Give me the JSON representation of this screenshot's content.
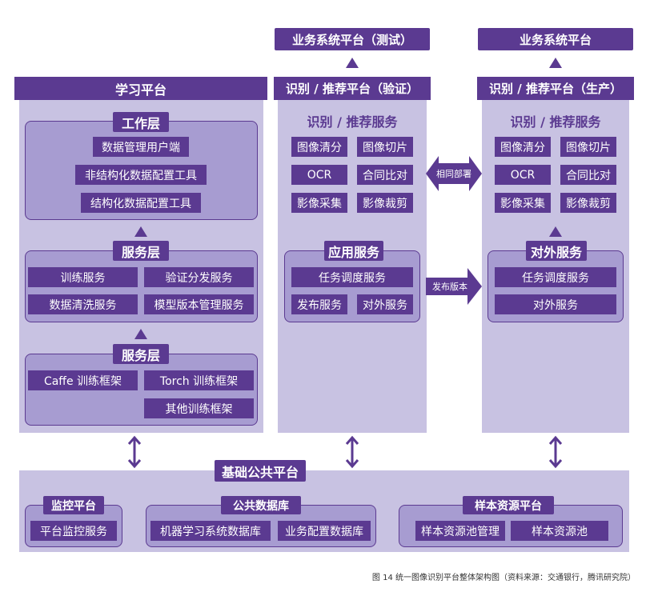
{
  "colors": {
    "primary": "#5b3a91",
    "panel": "#c8c2e2",
    "subpanel": "#a79cd1"
  },
  "top": {
    "test_platform": "业务系统平台（测试）",
    "prod_platform": "业务系统平台"
  },
  "learning": {
    "title": "学习平台",
    "work_layer": {
      "title": "工作层",
      "items": [
        "数据管理用户端",
        "非结构化数据配置工具",
        "结构化数据配置工具"
      ]
    },
    "service_layer1": {
      "title": "服务层",
      "items": [
        "训练服务",
        "验证分发服务",
        "数据清洗服务",
        "模型版本管理服务"
      ]
    },
    "service_layer2": {
      "title": "服务层",
      "items": [
        "Caffe 训练框架",
        "Torch 训练框架",
        "其他训练框架"
      ]
    }
  },
  "verify": {
    "title": "识别 / 推荐平台（验证）",
    "service_title": "识别 / 推荐服务",
    "services": [
      "图像清分",
      "图像切片",
      "OCR",
      "合同比对",
      "影像采集",
      "影像裁剪"
    ],
    "app": {
      "title": "应用服务",
      "items": [
        "任务调度服务",
        "发布服务",
        "对外服务"
      ]
    }
  },
  "prod": {
    "title": "识别 / 推荐平台（生产）",
    "service_title": "识别 / 推荐服务",
    "services": [
      "图像清分",
      "图像切片",
      "OCR",
      "合同比对",
      "影像采集",
      "影像裁剪"
    ],
    "external": {
      "title": "对外服务",
      "items": [
        "任务调度服务",
        "对外服务"
      ]
    }
  },
  "arrows": {
    "same_deploy": "相同部署",
    "publish_version": "发布版本"
  },
  "base": {
    "title": "基础公共平台",
    "monitor": {
      "title": "监控平台",
      "items": [
        "平台监控服务"
      ]
    },
    "database": {
      "title": "公共数据库",
      "items": [
        "机器学习系统数据库",
        "业务配置数据库"
      ]
    },
    "samples": {
      "title": "样本资源平台",
      "items": [
        "样本资源池管理",
        "样本资源池"
      ]
    }
  },
  "caption": "图 14 统一图像识别平台整体架构图（资料来源：交通银行，腾讯研究院）"
}
